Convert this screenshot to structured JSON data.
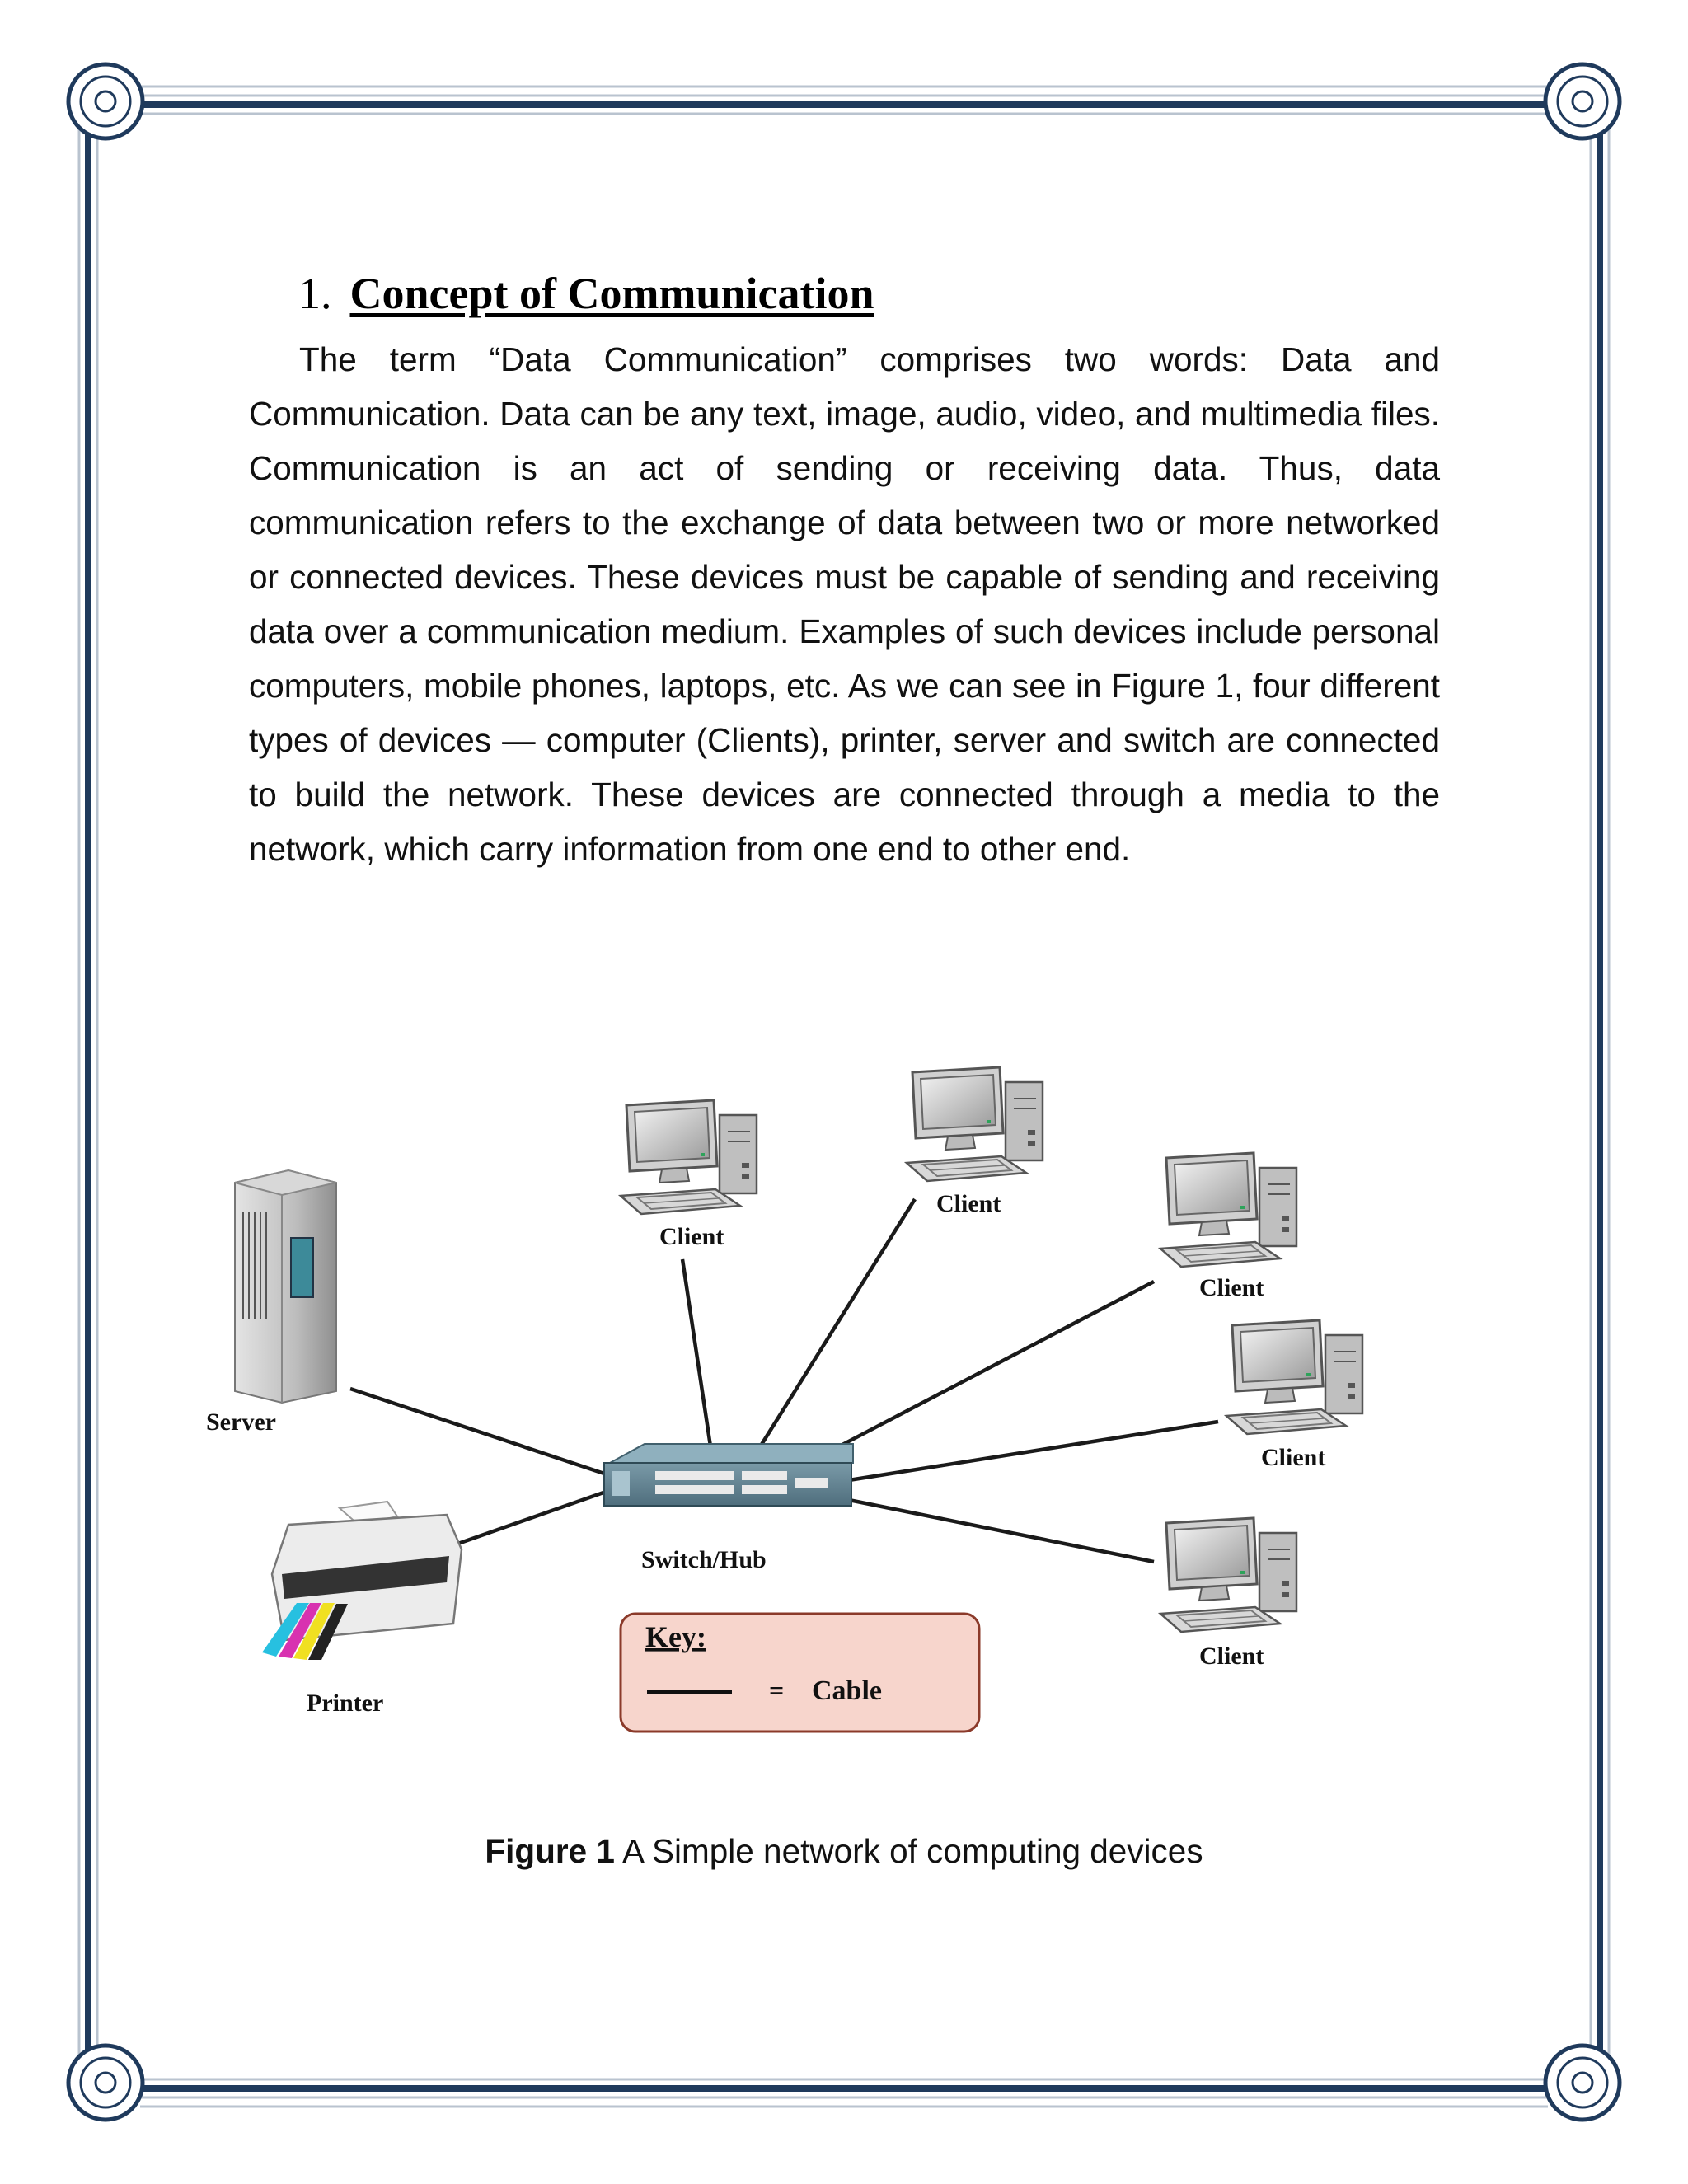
{
  "section": {
    "number": "1.",
    "title": "Concept of Communication"
  },
  "paragraph": "The term “Data Communication” comprises two words: Data and Communication. Data can be any text, image, audio, video, and multimedia files. Communication is an act of sending or receiving data. Thus, data communication refers to the exchange of data between two or more networked or connected devices. These devices must be capable of sending and receiving data over a communication medium. Examples of such devices include personal computers, mobile phones, laptops, etc. As we can see in Figure 1, four different types of devices — computer (Clients), printer, server and switch are connected to build the network. These devices are connected through a media to the network, which carry information from one end to other end.",
  "diagram": {
    "server_label": "Server",
    "printer_label": "Printer",
    "switch_label": "Switch/Hub",
    "client_label": "Client",
    "key_title": "Key:",
    "key_symbol": "=",
    "key_cable": "Cable"
  },
  "caption": {
    "label": "Figure 1",
    "text": "A Simple network of computing devices"
  },
  "colors": {
    "border": "#1f3a5c",
    "key_fill": "#f7d5cc",
    "key_stroke": "#8b3a2a"
  }
}
